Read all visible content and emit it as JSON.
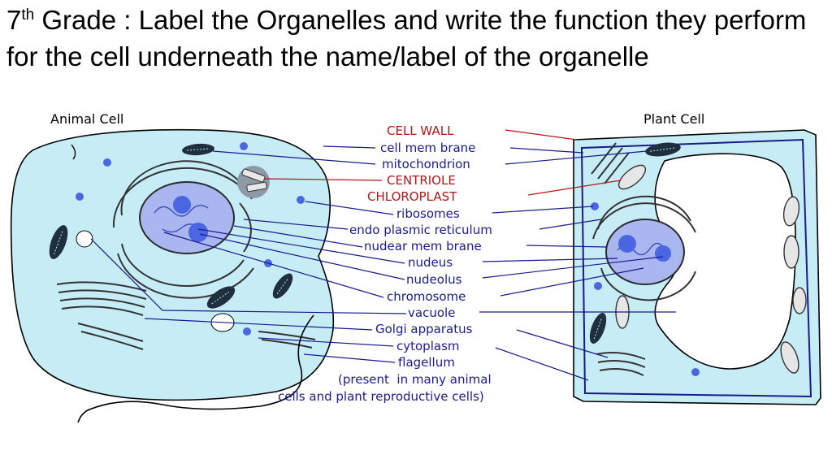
{
  "title": {
    "sup_number": "7",
    "sup_text": "th",
    "text": " Grade : Label the Organelles and write the function they perform for the cell underneath the name/label of the organelle"
  },
  "diagram": {
    "animal_caption": "Animal Cell",
    "plant_caption": "Plant Cell",
    "labels": [
      {
        "text": "CELL WALL",
        "color": "#b01818"
      },
      {
        "text": "cell mem brane",
        "color": "#1a1a8c"
      },
      {
        "text": "mitochondrion",
        "color": "#1a1a8c"
      },
      {
        "text": "CENTRIOLE",
        "color": "#b01818"
      },
      {
        "text": "CHLOROPLAST",
        "color": "#b01818"
      },
      {
        "text": "ribosomes",
        "color": "#1a1a8c"
      },
      {
        "text": "endo plasmic reticulum",
        "color": "#1a1a8c"
      },
      {
        "text": "nudear mem brane",
        "color": "#1a1a8c"
      },
      {
        "text": "nudeus",
        "color": "#1a1a8c"
      },
      {
        "text": "nudeolus",
        "color": "#1a1a8c"
      },
      {
        "text": "chromosome",
        "color": "#1a1a8c"
      },
      {
        "text": "vacuole",
        "color": "#1a1a8c"
      },
      {
        "text": "Golgi apparatus",
        "color": "#1a1a8c"
      },
      {
        "text": "cytoplasm",
        "color": "#1a1a8c"
      },
      {
        "text": "flagellum",
        "color": "#1a1a8c"
      },
      {
        "text": "(present  in many animal",
        "color": "#1a1a8c"
      },
      {
        "text": "cells and plant reproductive cells)",
        "color": "#1a1a8c"
      }
    ],
    "colors": {
      "cytoplasm": "#c6ecf6",
      "nucleus": "#a9b6f0",
      "nucleolus": "#4a66e0",
      "organelle_dark": "#1f2f3f",
      "leader_blue": "#1a1a8c",
      "leader_red": "#b01818"
    }
  }
}
